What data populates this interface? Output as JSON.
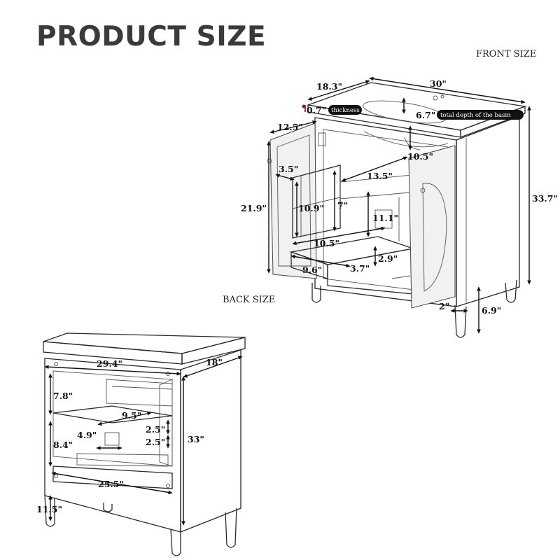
{
  "title": "PRODUCT SIZE",
  "front_label": "FRONT SIZE",
  "back_label": "BACK SIZE",
  "front": {
    "d_depth": "18.3\"",
    "d_width": "30\"",
    "d_thickness": "0.7\"",
    "pill_thickness": "thickness",
    "d_basin": "6.7\"",
    "pill_basin": "total depth of the basin",
    "d_door_w": "12.5\"",
    "d_drain": "10.5\"",
    "d_shelf_d": "3.5\"",
    "d_inner_w": "13.5\"",
    "d_door_h": "21.9\"",
    "d_shelf_h": "10.9\"",
    "d_shelf_gap": "7\"",
    "d_center_h": "11.1\"",
    "d_drawer_top": "10.5\"",
    "d_drawer_h": "2.9\"",
    "d_drawer_w": "9.6\"",
    "d_drawer_d": "3.7\"",
    "d_height": "33.7\"",
    "d_leg_w": "2\"",
    "d_leg_h": "6.9\""
  },
  "back": {
    "d_width": "29.4\"",
    "d_depth": "18\"",
    "d_upper": "7.8\"",
    "d_shelf": "9.5\"",
    "d_small": "4.9\"",
    "d_slot1": "2.5\"",
    "d_slot2": "2.5\"",
    "d_lower": "8.4\"",
    "d_height": "33\"",
    "d_bottom_w": "25.5\"",
    "d_leg": "11.5\""
  }
}
